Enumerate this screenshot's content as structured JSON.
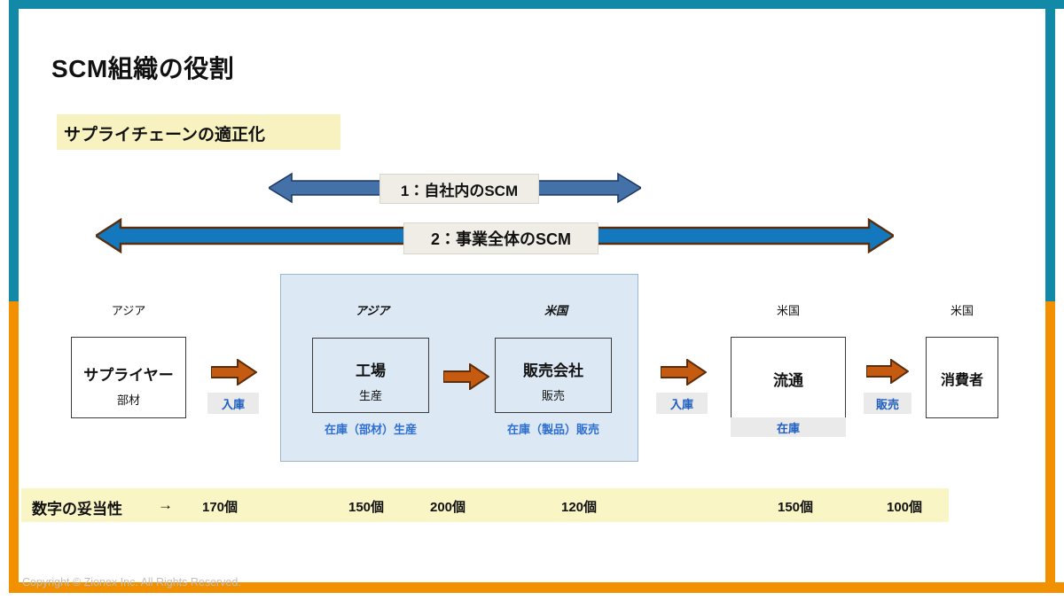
{
  "slide": {
    "title": "SCM組織の役割",
    "subtitle": "サプライチェーンの適正化",
    "copyright": "Copyright © Zionex Inc. All Rights Reserved."
  },
  "colors": {
    "frame_teal": "#1289A7",
    "frame_orange": "#F29100",
    "highlight_yellow": "#F7F2C0",
    "band_yellow": "#F9F5C4",
    "panel_blue": "#DCE9F5",
    "arrow1_fill": "#4472A8",
    "arrow1_stroke": "#1F3864",
    "arrow2_fill": "#1378BE",
    "arrow2_stroke": "#5A2D0C",
    "flow_arrow_fill": "#C55A11",
    "flow_arrow_stroke": "#5A2D0C",
    "caption_blue": "#2F6FD0",
    "chip_grey": "#EAEAEA"
  },
  "scope_arrows": [
    {
      "id": "arrow-1",
      "label": "1：自社内のSCM",
      "direction": "both"
    },
    {
      "id": "arrow-2",
      "label": "2：事業全体のSCM",
      "direction": "both"
    }
  ],
  "supply_chain": {
    "nodes": [
      {
        "id": "supplier",
        "region": "アジア",
        "region_style": "plain",
        "title": "サプライヤー",
        "sub": "部材",
        "caption": "",
        "chip": "",
        "in_panel": false
      },
      {
        "id": "factory",
        "region": "アジア",
        "region_style": "italic",
        "title": "工場",
        "sub": "生産",
        "caption": "在庫（部材）生産",
        "chip": "",
        "in_panel": true
      },
      {
        "id": "sales-company",
        "region": "米国",
        "region_style": "italic",
        "title": "販売会社",
        "sub": "販売",
        "caption": "在庫（製品）販売",
        "chip": "",
        "in_panel": true
      },
      {
        "id": "distribution",
        "region": "米国",
        "region_style": "plain",
        "title": "流通",
        "sub": "",
        "caption": "",
        "chip": "在庫",
        "in_panel": false
      },
      {
        "id": "consumer",
        "region": "米国",
        "region_style": "plain",
        "title": "消費者",
        "sub": "",
        "caption": "",
        "chip": "",
        "in_panel": false
      }
    ],
    "flows": [
      {
        "id": "flow-1",
        "label": "入庫"
      },
      {
        "id": "flow-2",
        "label": ""
      },
      {
        "id": "flow-3",
        "label": "入庫"
      },
      {
        "id": "flow-4",
        "label": "販売"
      }
    ]
  },
  "figures": {
    "title": "数字の妥当性",
    "arrow_mark": "→",
    "values": [
      "170個",
      "150個",
      "200個",
      "120個",
      "150個",
      "100個"
    ]
  }
}
